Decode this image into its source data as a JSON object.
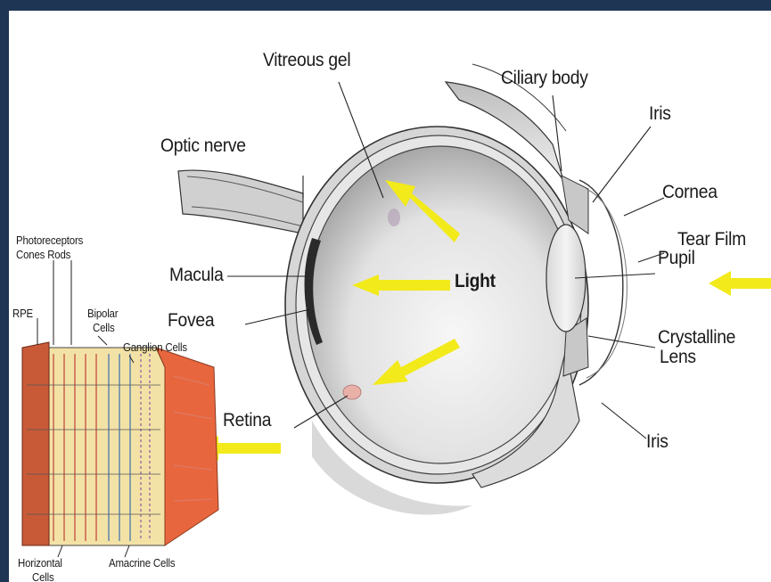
{
  "colors": {
    "frame": "#1f3554",
    "arrow": "#f2ea1a",
    "retina_red": "#e8663e",
    "rod_yellow": "#f3e2a6"
  },
  "labels": {
    "vitreous_gel": "Vitreous gel",
    "ciliary_body": "Ciliary body",
    "iris_top": "Iris",
    "optic_nerve": "Optic nerve",
    "cornea": "Cornea",
    "tear_film": "Tear Film",
    "pupil": "Pupil",
    "macula": "Macula",
    "fovea": "Fovea",
    "light": "Light",
    "crystalline": "Crystalline",
    "lens": "Lens",
    "retina": "Retina",
    "iris_bottom": "Iris"
  },
  "inset_labels": {
    "photoreceptors": "Photoreceptors",
    "cones_rods": "Cones Rods",
    "rpe": "RPE",
    "bipolar": "Bipolar",
    "cells": "Cells",
    "ganglion_cells": "Ganglion Cells",
    "horizontal": "Horizontal",
    "cells_bottom": "Cells",
    "amacrine_cells": "Amacrine Cells"
  },
  "arrows": {
    "direction": "light entering eye toward retina",
    "count": 5
  }
}
